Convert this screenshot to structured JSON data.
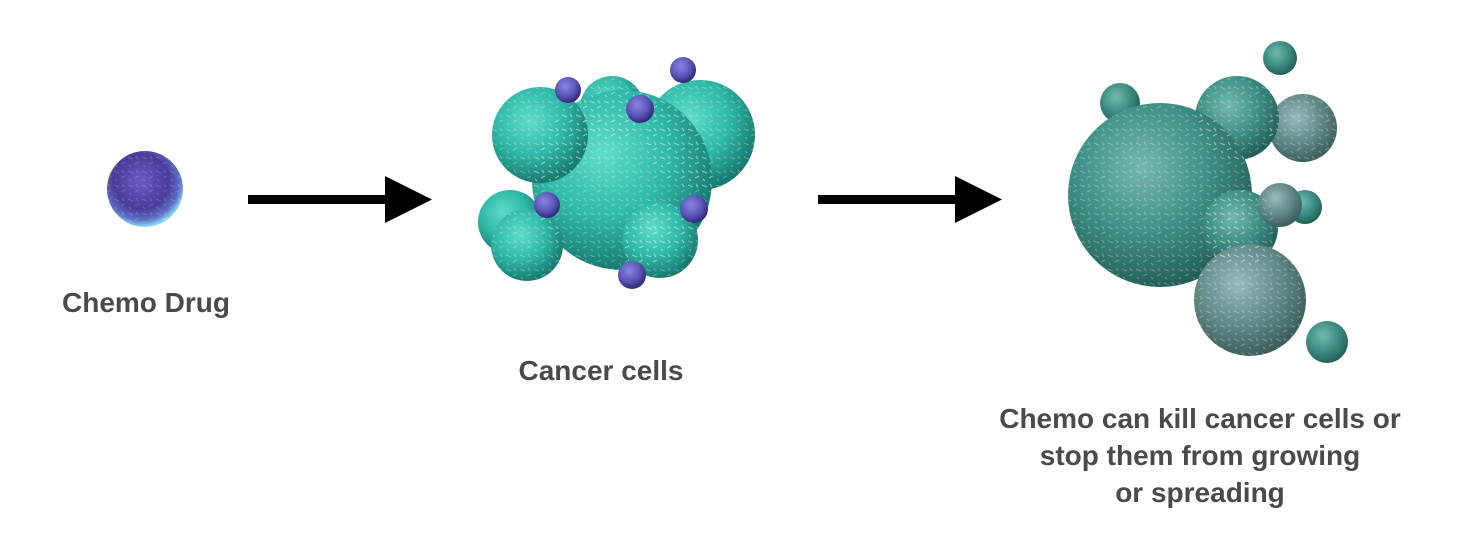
{
  "stages": [
    {
      "id": "drug",
      "label": "Chemo Drug"
    },
    {
      "id": "cancer",
      "label": "Cancer cells"
    },
    {
      "id": "result",
      "label_lines": [
        "Chemo can kill cancer cells or",
        "stop them from growing",
        "or spreading"
      ]
    }
  ],
  "colors": {
    "drug_core": "#4a3a9a",
    "drug_halo": "#6fd3e6",
    "cancer_cell": "#2fb9a8",
    "cancer_cell_dark": "#1e8f83",
    "drug_particle": "#5b55b8",
    "dying_cell": "#3e8f87",
    "dying_cell_dark": "#2a6f69",
    "arrow": "#000000",
    "text": "#4a4a4a"
  }
}
